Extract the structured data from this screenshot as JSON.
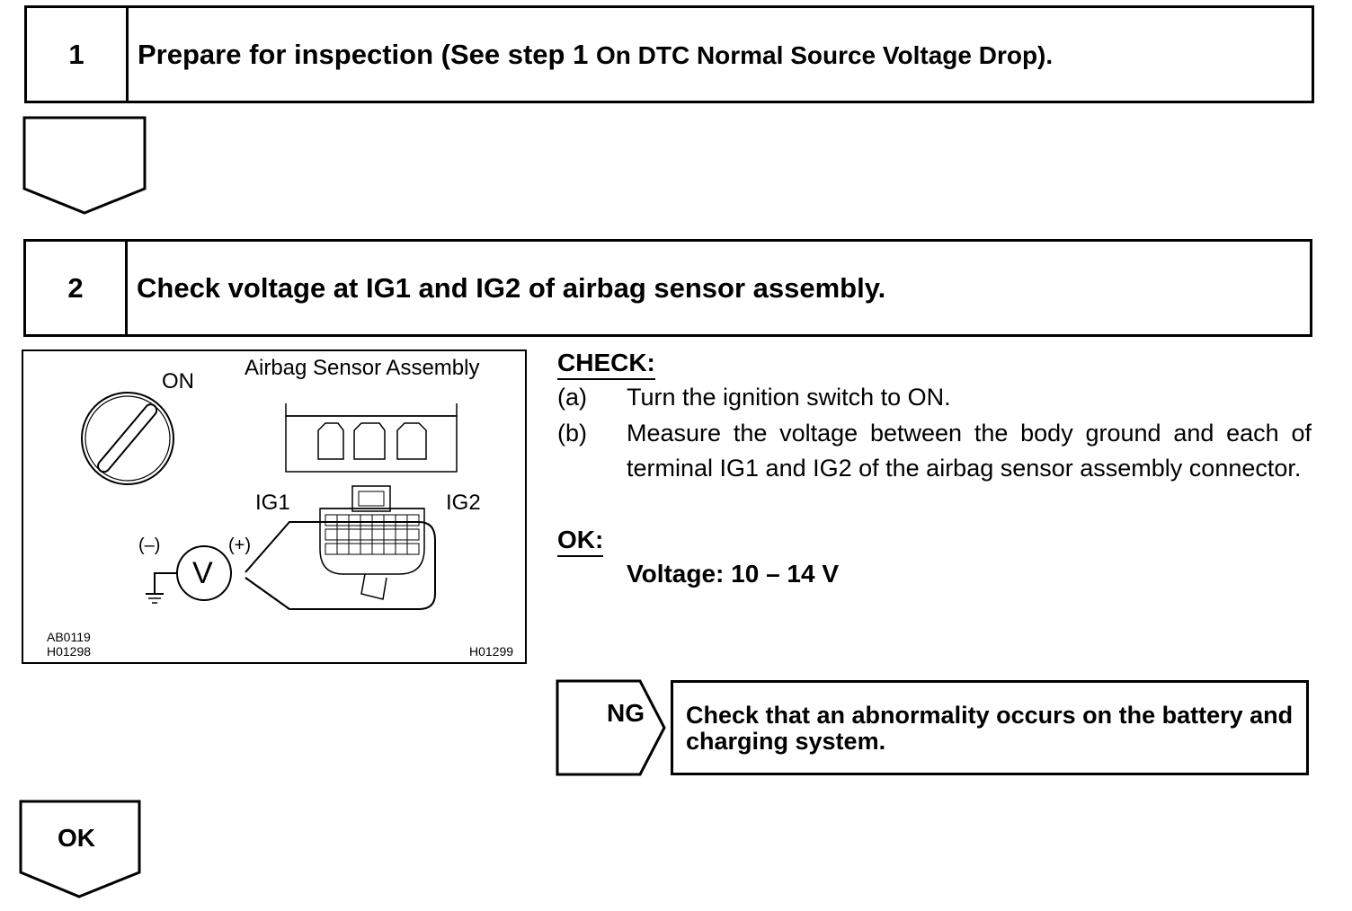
{
  "step1": {
    "number": "1",
    "title_main": "Prepare for inspection (See step 1 ",
    "title_small": "On DTC Normal Source Voltage Drop)."
  },
  "step2": {
    "number": "2",
    "title": "Check voltage at IG1 and IG2 of airbag sensor assembly."
  },
  "figure": {
    "label_on": "ON",
    "label_assembly": "Airbag Sensor Assembly",
    "label_ig1": "IG1",
    "label_ig2": "IG2",
    "label_minus": "(–)",
    "label_plus": "(+)",
    "label_meter": "V",
    "code_1": "AB0119",
    "code_2": "H01298",
    "code_3": "H01299"
  },
  "check": {
    "heading": "CHECK:",
    "items": [
      {
        "label": "(a)",
        "text": "Turn the ignition switch to ON."
      },
      {
        "label": "(b)",
        "text": "Measure the voltage between the body ground and each of terminal IG1 and IG2 of the airbag sensor assembly connector."
      }
    ]
  },
  "ok": {
    "heading": "OK:",
    "spec": "Voltage: 10 – 14 V"
  },
  "ng": {
    "label": "NG",
    "action": "Check that an abnormality occurs on the battery and charging system."
  },
  "flow": {
    "ok_label": "OK"
  }
}
